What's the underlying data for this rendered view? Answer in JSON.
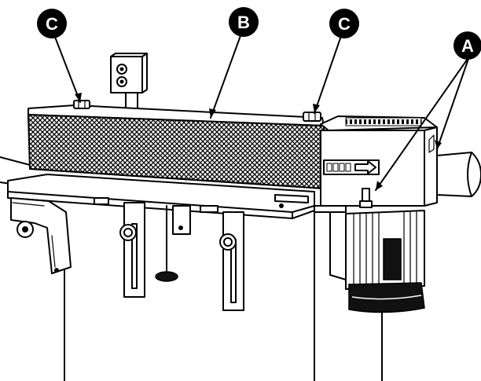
{
  "callouts": {
    "a": {
      "label": "A"
    },
    "b": {
      "label": "B"
    },
    "c_left": {
      "label": "C"
    },
    "c_right": {
      "label": "C"
    }
  },
  "colors": {
    "ink": "#000000",
    "paper": "#ffffff"
  },
  "icons": {
    "direction_arrow": "right-arrow-icon"
  }
}
